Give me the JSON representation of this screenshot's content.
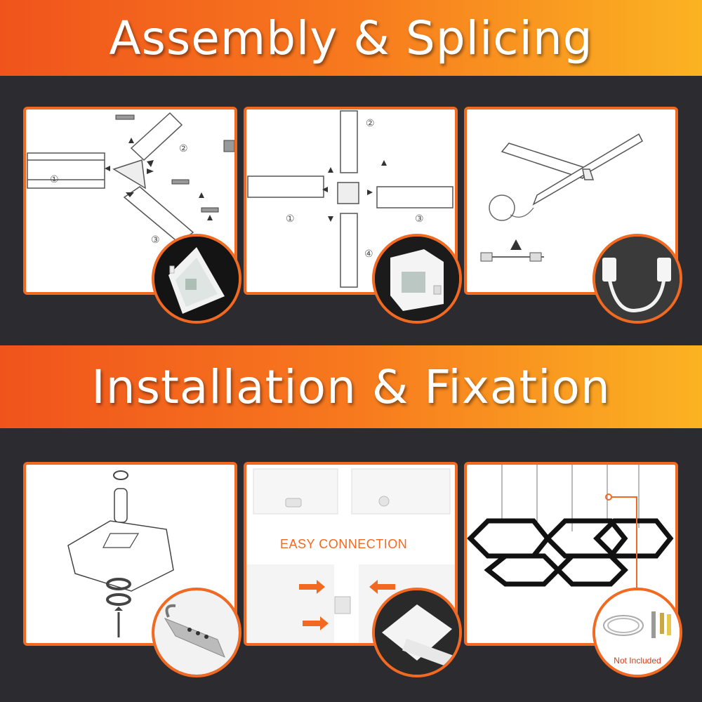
{
  "banners": {
    "top": "Assembly & Splicing",
    "bottom": "Installation & Fixation"
  },
  "diagram_labels": {
    "one": "①",
    "two": "②",
    "three": "③",
    "four": "④"
  },
  "panels": {
    "easy_connection": "EASY CONNECTION",
    "not_included": "Not Included"
  },
  "colors": {
    "accent": "#f26a21",
    "background": "#2c2c30",
    "banner_start": "#f0541c",
    "banner_end": "#fbb322"
  }
}
